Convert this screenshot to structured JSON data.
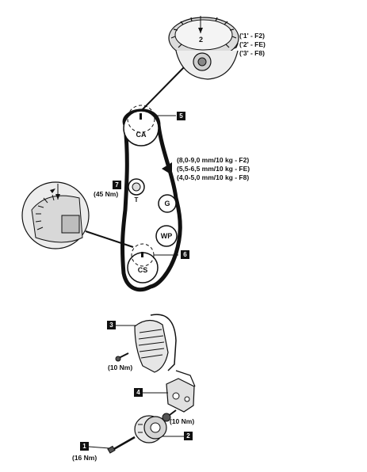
{
  "cam_marks": {
    "mark_num": "2",
    "lines": [
      "('1' - F2)",
      "('2' - FE)",
      "('3' - F8)"
    ]
  },
  "tension_spec": {
    "lines": [
      "(8,0-9,0 mm/10 kg - F2)",
      "(5,5-6,5 mm/10 kg - FE)",
      "(4,0-5,0 mm/10 kg - F8)"
    ]
  },
  "pulleys": {
    "ca": "CA",
    "t": "T",
    "g": "G",
    "wp": "WP",
    "cs": "CS"
  },
  "callouts": {
    "c1": "1",
    "c2": "2",
    "c3": "3",
    "c4": "4",
    "c5": "5",
    "c6": "6",
    "c7": "7"
  },
  "torques": {
    "tensioner": "(45 Nm)",
    "cover_bolt": "(10 Nm)",
    "bracket_bolt": "(10 Nm)",
    "crank_bolt": "(16 Nm)"
  }
}
